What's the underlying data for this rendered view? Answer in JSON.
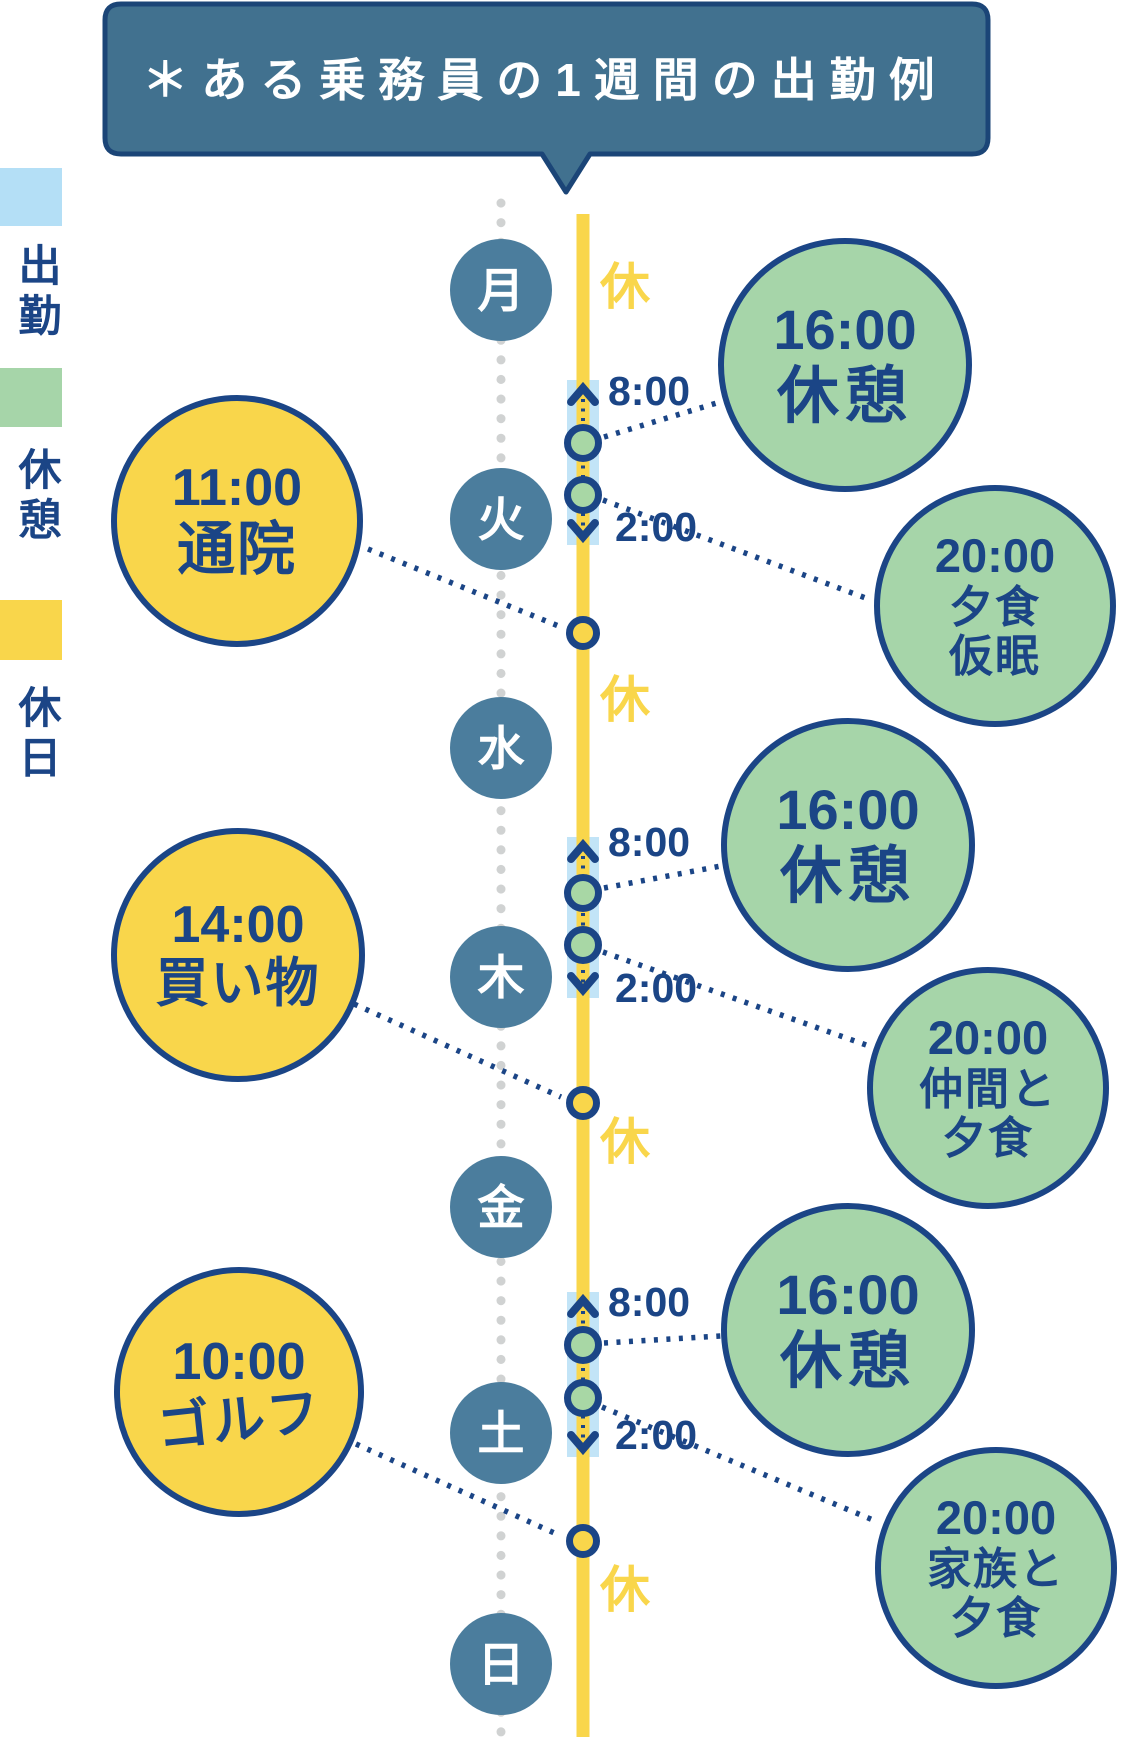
{
  "title": "＊ある乗務員の1週間の出勤例",
  "legend": {
    "items": [
      {
        "label": "出勤",
        "color": "#b4dff6"
      },
      {
        "label": "休憩",
        "color": "#a6d5a9"
      },
      {
        "label": "休日",
        "color": "#f9d64b"
      }
    ]
  },
  "timeline": {
    "days": [
      "月",
      "火",
      "水",
      "木",
      "金",
      "土",
      "日"
    ],
    "rest_day_label": "休"
  },
  "shifts": [
    {
      "start": "8:00",
      "end": "2:00"
    },
    {
      "start": "8:00",
      "end": "2:00"
    },
    {
      "start": "8:00",
      "end": "2:00"
    }
  ],
  "break_bubbles": [
    {
      "time": "16:00",
      "label": "休憩"
    },
    {
      "time": "20:00",
      "line1": "夕食",
      "line2": "仮眠"
    },
    {
      "time": "16:00",
      "label": "休憩"
    },
    {
      "time": "20:00",
      "line1": "仲間と",
      "line2": "夕食"
    },
    {
      "time": "16:00",
      "label": "休憩"
    },
    {
      "time": "20:00",
      "line1": "家族と",
      "line2": "夕食"
    }
  ],
  "private_bubbles": [
    {
      "time": "11:00",
      "label": "通院"
    },
    {
      "time": "14:00",
      "label": "買い物"
    },
    {
      "time": "10:00",
      "label": "ゴルフ"
    }
  ],
  "colors": {
    "navy": "#1b4586",
    "day_circle_blue": "#4b7d9d",
    "banner_blue": "#41718f",
    "break_green": "#a6d5a9",
    "holiday_yellow": "#f9d64b",
    "work_band_blue": "#c2e4f7",
    "legend_attend_blue": "#b4dff6",
    "timeline_gray": "#d0d2d2"
  }
}
